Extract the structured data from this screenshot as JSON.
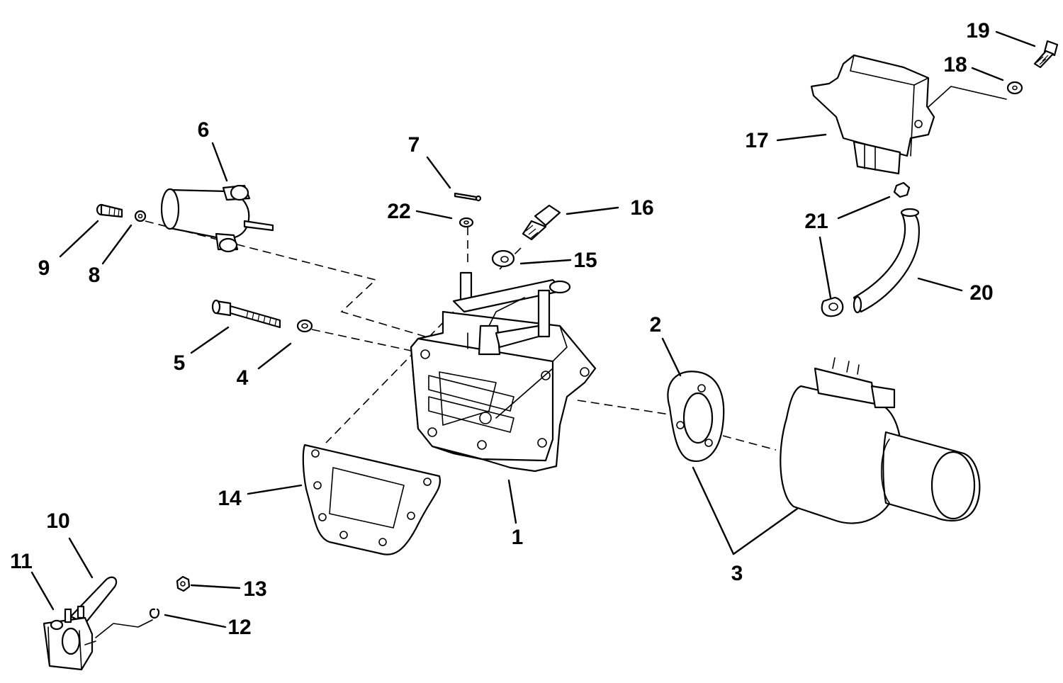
{
  "diagram": {
    "callouts": [
      {
        "id": "1",
        "text": "1"
      },
      {
        "id": "2",
        "text": "2"
      },
      {
        "id": "3",
        "text": "3"
      },
      {
        "id": "4",
        "text": "4"
      },
      {
        "id": "5",
        "text": "5"
      },
      {
        "id": "6",
        "text": "6"
      },
      {
        "id": "7",
        "text": "7"
      },
      {
        "id": "8",
        "text": "8"
      },
      {
        "id": "9",
        "text": "9"
      },
      {
        "id": "10",
        "text": "10"
      },
      {
        "id": "11",
        "text": "11"
      },
      {
        "id": "12",
        "text": "12"
      },
      {
        "id": "13",
        "text": "13"
      },
      {
        "id": "14",
        "text": "14"
      },
      {
        "id": "15",
        "text": "15"
      },
      {
        "id": "16",
        "text": "16"
      },
      {
        "id": "17",
        "text": "17"
      },
      {
        "id": "18",
        "text": "18"
      },
      {
        "id": "19",
        "text": "19"
      },
      {
        "id": "20",
        "text": "20"
      },
      {
        "id": "21",
        "text": "21"
      },
      {
        "id": "22",
        "text": "22"
      }
    ]
  }
}
